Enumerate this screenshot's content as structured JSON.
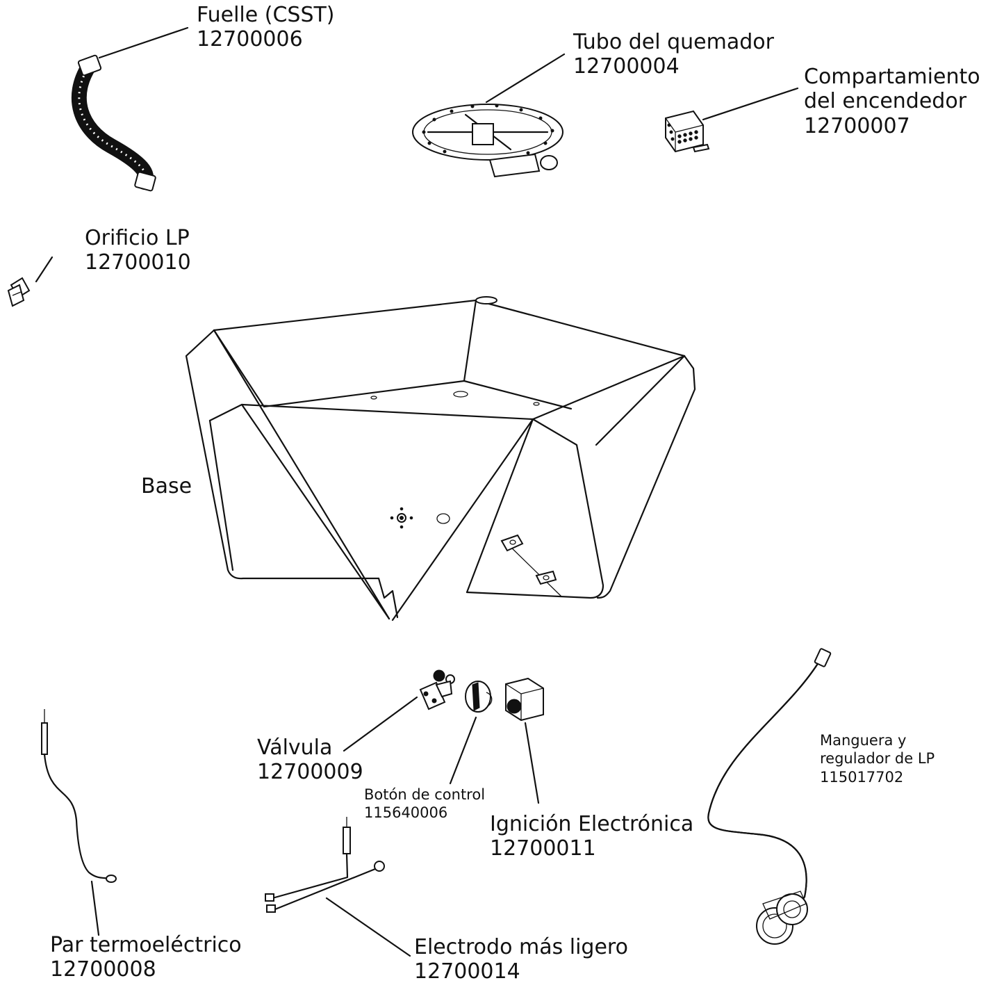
{
  "parts": {
    "fuelle": {
      "name": "Fuelle (CSST)",
      "code": "12700006"
    },
    "tubo": {
      "name": "Tubo del quemador",
      "code": "12700004"
    },
    "compartimento": {
      "name_line1": "Compartamiento",
      "name_line2": "del encendedor",
      "code": "12700007"
    },
    "orificio": {
      "name": "Orificio LP",
      "code": "12700010"
    },
    "base": {
      "name": "Base"
    },
    "valvula": {
      "name": "Válvula",
      "code": "12700009"
    },
    "boton": {
      "name": "Botón de control",
      "code": "115640006"
    },
    "ignicion": {
      "name": "Ignición Electrónica",
      "code": "12700011"
    },
    "manguera": {
      "name_line1": "Manguera y",
      "name_line2": "regulador de LP",
      "code": "115017702"
    },
    "par": {
      "name": "Par termoeléctrico",
      "code": "12700008"
    },
    "electrodo": {
      "name": "Electrodo más ligero",
      "code": "12700014"
    }
  },
  "colors": {
    "line": "#111111",
    "background": "#ffffff"
  }
}
